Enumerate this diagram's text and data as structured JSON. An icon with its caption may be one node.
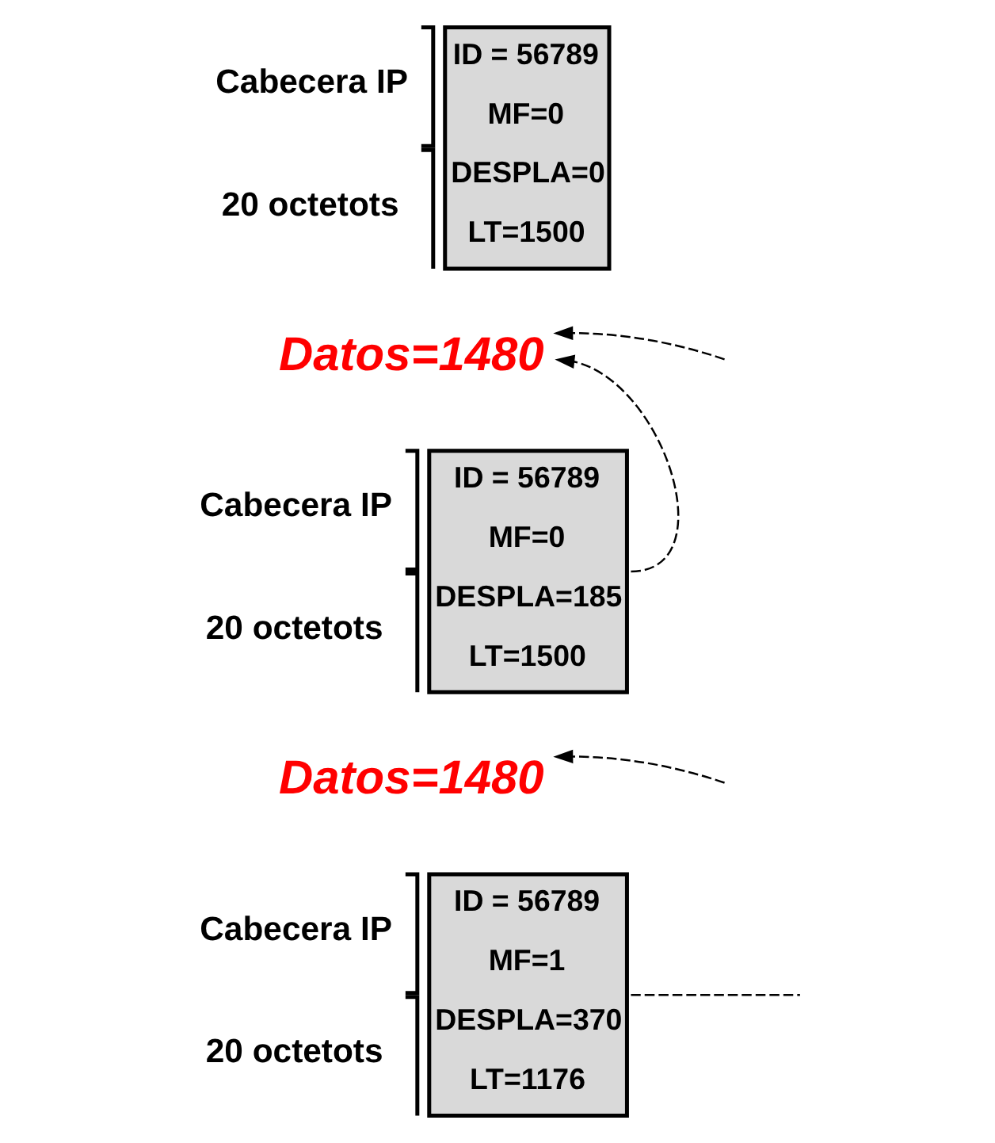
{
  "diagram": {
    "nodes": [
      {
        "text": [
          "ID = 56789",
          "MF=0",
          "DESPLA=0",
          "LT=1500"
        ],
        "beside": [
          "Cabecera IP",
          "20 octetots"
        ]
      },
      {
        "text": [
          "Datos=1480"
        ]
      },
      {
        "text": [
          "ID = 56789",
          "MF=0",
          "DESPLA=185",
          "LT=1500"
        ],
        "beside": [
          "Cabecera IP",
          "20 octetots"
        ]
      },
      {
        "text": [
          "Datos=1480"
        ]
      },
      {
        "text": [
          "ID = 56789",
          "MF=1",
          "DESPLA=370",
          "LT=1176"
        ],
        "beside": [
          "Cabecera IP",
          "20 octetots"
        ]
      }
    ],
    "edges": [
      {
        "from": 2,
        "to": 1,
        "arrow": "to",
        "style": "dashed"
      },
      {
        "from": null,
        "to": 1,
        "arrow": "to",
        "style": "dashed"
      },
      {
        "from": null,
        "to": 3,
        "arrow": "to",
        "style": "dashed"
      },
      {
        "from": 4,
        "to": null,
        "arrow": "none",
        "style": "dashed"
      }
    ]
  }
}
